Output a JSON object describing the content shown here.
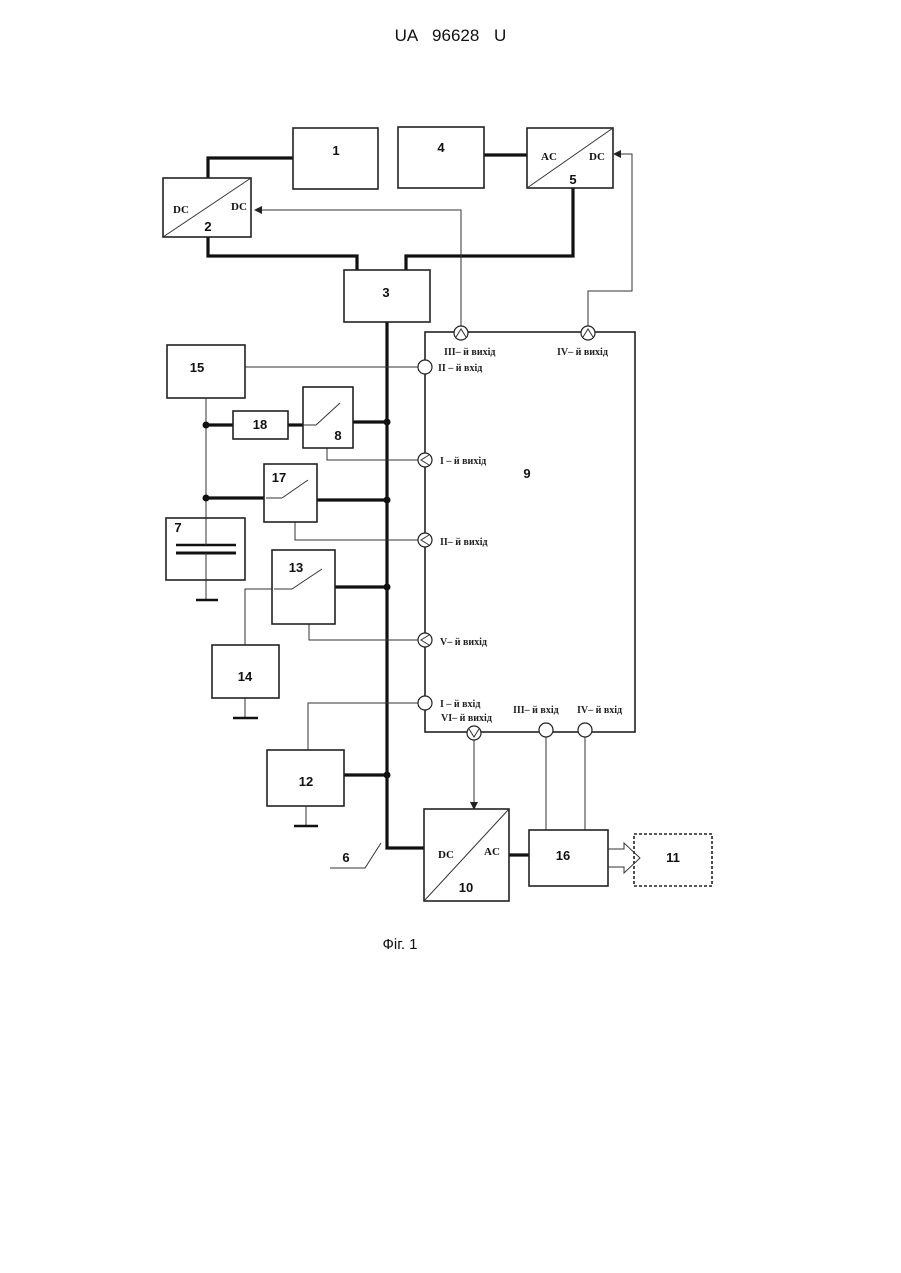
{
  "header": {
    "patent": "UA 96628 U"
  },
  "caption": "Фіг. 1",
  "blocks": {
    "b1": "1",
    "b2": "2",
    "b3": "3",
    "b4": "4",
    "b5": "5",
    "b6": "6",
    "b7": "7",
    "b8": "8",
    "b9": "9",
    "b10": "10",
    "b11": "11",
    "b12": "12",
    "b13": "13",
    "b14": "14",
    "b15": "15",
    "b16": "16",
    "b17": "17",
    "b18": "18"
  },
  "converters": {
    "dc": "DC",
    "ac": "AC"
  },
  "ports": {
    "out3": "III– й вихід",
    "out4": "IV– й вихід",
    "in2": "II – й вхід",
    "out1": "I – й вихід",
    "out2": "II– й вихід",
    "out5": "V– й вихід",
    "in1": "I – й вхід",
    "out6": "VI– й вихід",
    "in3": "III– й вхід",
    "in4": "IV– й вхід"
  }
}
